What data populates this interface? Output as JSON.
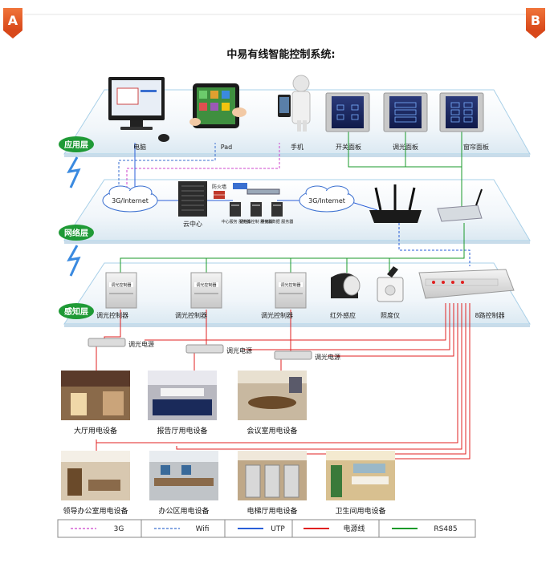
{
  "header": {
    "marker_left": "A",
    "marker_right": "B",
    "title": "中易有线智能控制系统:"
  },
  "layers": {
    "application": "应用层",
    "network": "网络层",
    "perception": "感知层"
  },
  "devices": {
    "computer": "电脑",
    "pad": "Pad",
    "phone": "手机",
    "switch_panel": "开关面板",
    "dimmer_panel": "调光面板",
    "curtain_panel": "窗帘面板",
    "cloud_left": "3G/Internet",
    "cloud_right": "3G/Internet",
    "cloud_center": "云中心",
    "firewall": "防火墙",
    "server_1": "中心服务 服务器",
    "server_2": "通信&控制 服务器",
    "server_3": "存储&数据 服务器",
    "dimmer_1": "调光控制器",
    "dimmer_2": "调光控制器",
    "dimmer_3": "调光控制器",
    "ir_sensor": "红外感应",
    "lux_meter": "照度仪",
    "relay_8": "8路控制器",
    "psu_1": "调光电源",
    "psu_2": "调光电源",
    "psu_3": "调光电源",
    "module_label": "调光控制器"
  },
  "rooms": [
    "大厅用电设备",
    "报告厅用电设备",
    "会议室用电设备",
    "领导办公室用电设备",
    "办公区用电设备",
    "电梯厅用电设备",
    "卫生间用电设备"
  ],
  "legend": [
    {
      "label": "3G",
      "color": "#cc44cc",
      "style": "dashed"
    },
    {
      "label": "Wifi",
      "color": "#3a6fd0",
      "style": "dashed"
    },
    {
      "label": "UTP",
      "color": "#2a5fd8",
      "style": "solid"
    },
    {
      "label": "电源线",
      "color": "#e02020",
      "style": "solid"
    },
    {
      "label": "RS485",
      "color": "#1a9a2a",
      "style": "solid"
    }
  ],
  "colors": {
    "marker": "#e8541e",
    "layer_badge": "#1f9a36",
    "platform_edge": "#8fc8e8"
  }
}
